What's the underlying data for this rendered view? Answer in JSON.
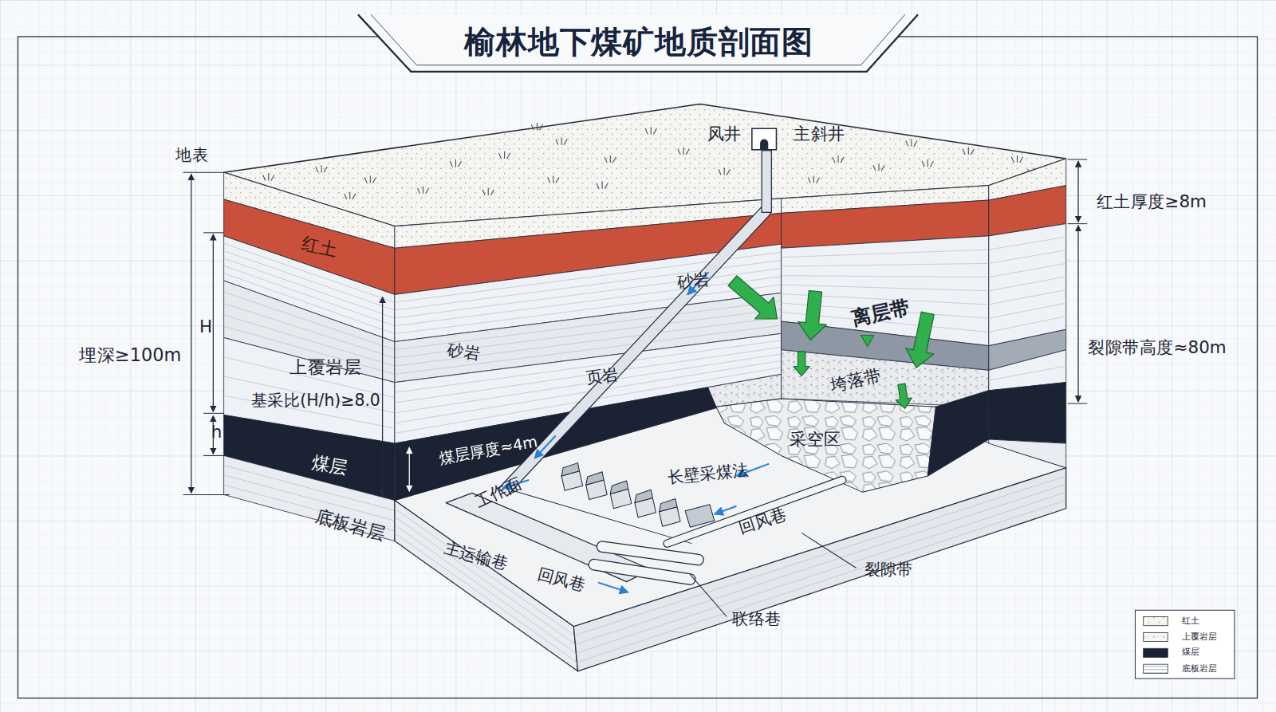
{
  "diagram": {
    "title": "榆林地下煤矿地质剖面图",
    "labels": [
      "地表",
      "风井",
      "主斜井",
      "红土",
      "红土厚度≥8m",
      "砂岩",
      "H",
      "离层带",
      "埋深≥100m",
      "上覆岩层",
      "砂岩",
      "裂隙带高度≈80m",
      "页岩",
      "垮落带",
      "基采比(H/h)≥8.0",
      "h",
      "煤层厚度≈4m",
      "采空区",
      "工作面",
      "煤层",
      "长壁采煤法",
      "回风巷",
      "底板岩层",
      "主运输巷",
      "回风巷",
      "裂隙带",
      "联络巷"
    ],
    "legend": [
      {
        "text": "红土"
      },
      {
        "text": "上覆岩层"
      },
      {
        "text": "煤层",
        "color": "#1b2233"
      },
      {
        "text": "底板岩层"
      }
    ]
  }
}
